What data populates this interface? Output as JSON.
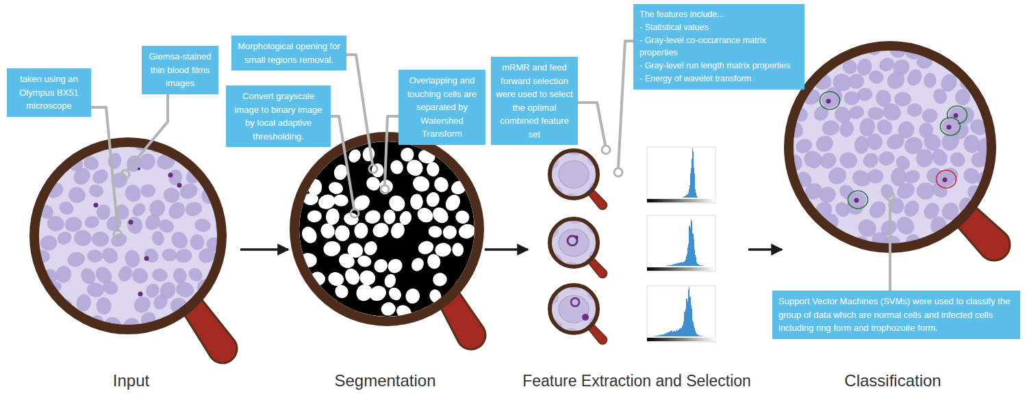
{
  "diagram": {
    "nodes": [
      {
        "text": [
          "taken using an Olympus BX51 microscope"
        ]
      },
      {
        "text": [
          "Giemsa-stained thin blood films images"
        ]
      },
      {
        "text": [
          "Input"
        ]
      },
      {
        "text": [
          "Morphological opening for small regions removal."
        ]
      },
      {
        "text": [
          "Convert grayscale image to binary image by local adaptive thresholding."
        ]
      },
      {
        "text": [
          "Overlapping and touching cells are separated by Watershed Transform"
        ]
      },
      {
        "text": [
          "Segmentation"
        ]
      },
      {
        "text": [
          "mRMR and feed forward selection were used to select the optimal combined feature set"
        ]
      },
      {
        "text": [
          "The features include...",
          "- Statistical values",
          "- Gray-level co-occurrance matrix properties",
          "- Gray-level run length matrix properties",
          "- Energy of wavelet transform"
        ]
      },
      {
        "text": [
          "Feature Extraction and Selection"
        ]
      },
      {
        "text": [
          "Classification"
        ]
      },
      {
        "text": [
          "Support Vector Machines (SVMs) were used to classify the group of data which are normal cells and infected cells including ring form and trophozoite form."
        ]
      }
    ],
    "edges": [
      {
        "from": 2,
        "to": 6,
        "arrow": "to"
      },
      {
        "from": 6,
        "to": 9,
        "arrow": "to"
      },
      {
        "from": 9,
        "to": 10,
        "arrow": "to"
      }
    ]
  }
}
